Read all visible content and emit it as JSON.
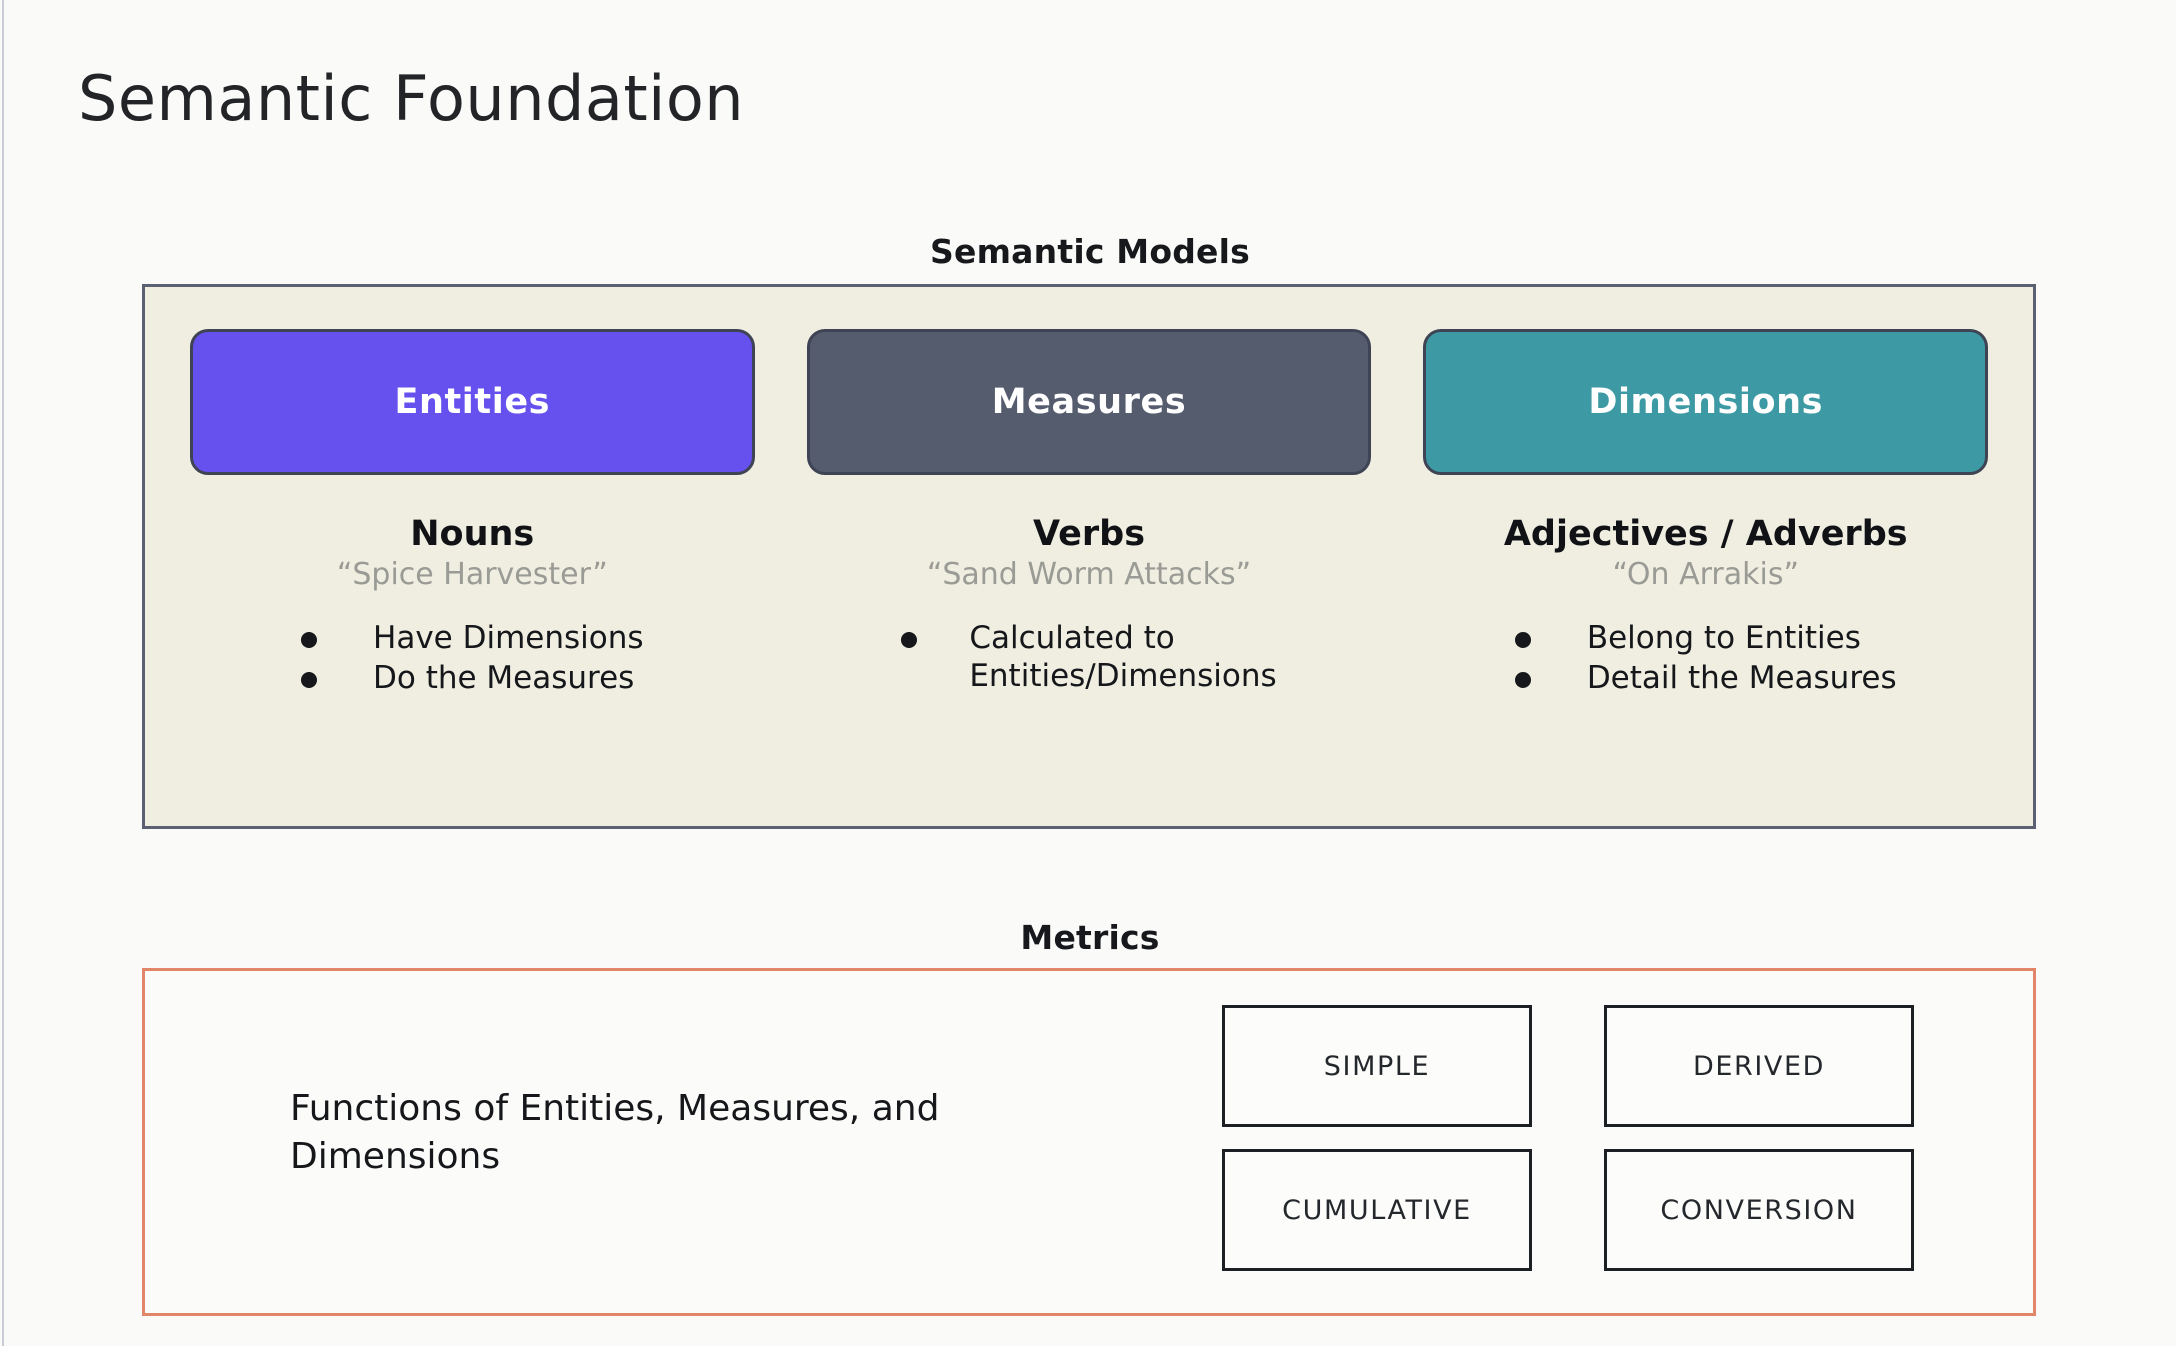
{
  "slide": {
    "title": "Semantic Foundation",
    "background_color": "#fafaf8"
  },
  "semantic_models": {
    "heading": "Semantic Models",
    "panel_background": "#efeee1",
    "panel_border_color": "#5b6172",
    "columns": [
      {
        "card_label": "Entities",
        "card_color": "#6650ee",
        "part_of_speech": "Nouns",
        "example": "“Spice Harvester”",
        "bullets": [
          "Have Dimensions",
          "Do the Measures"
        ]
      },
      {
        "card_label": "Measures",
        "card_color": "#555c6e",
        "part_of_speech": "Verbs",
        "example": "“Sand Worm Attacks”",
        "bullets": [
          "Calculated to\nEntities/Dimensions"
        ]
      },
      {
        "card_label": "Dimensions",
        "card_color": "#3d99a3",
        "part_of_speech": "Adjectives / Adverbs",
        "example": "“On Arrakis”",
        "bullets": [
          "Belong to Entities",
          "Detail the Measures"
        ]
      }
    ]
  },
  "metrics": {
    "heading": "Metrics",
    "panel_border_color": "#e2866a",
    "description": "Functions of Entities, Measures, and Dimensions",
    "types": [
      "SIMPLE",
      "DERIVED",
      "CUMULATIVE",
      "CONVERSION"
    ]
  }
}
